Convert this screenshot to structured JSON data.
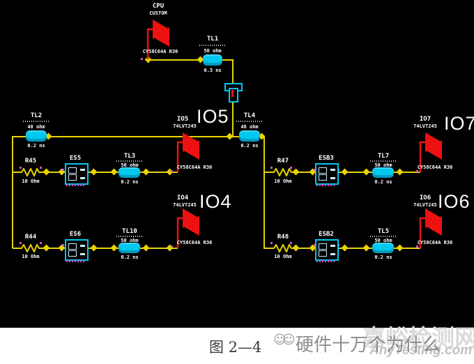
{
  "figure_caption": "图 2—4",
  "watermark": {
    "site_name": "嘉峪检测网",
    "site_url": "AnyTesting.com",
    "overlay_text": "硬件十万个为什么",
    "icon": "chat-smiley-icon",
    "icon_glyph": "☺☺"
  },
  "colors": {
    "background": "#000000",
    "wire": "#e8d400",
    "transmission_line": "#00c8ee",
    "buffer": "#ee1111",
    "pin_marker": "#d050d0",
    "label_text": "#ffffff"
  },
  "annotations": {
    "io5": "IO5",
    "io4": "IO4",
    "io7": "IO7",
    "io6": "IO6"
  },
  "cpu": {
    "label": "CPU",
    "sublabel": "CUSTOM",
    "model": "CY58C64A R30"
  },
  "buffers": {
    "io5": {
      "label": "IO5",
      "sublabel": "74LVT245",
      "model": "CY58C64A R30"
    },
    "io4": {
      "label": "IO4",
      "sublabel": "74LVT245",
      "model": "CY58C64A R30"
    },
    "io7": {
      "label": "IO7",
      "sublabel": "74LVT245",
      "model": "CY58C64A R30"
    },
    "io6": {
      "label": "IO6",
      "sublabel": "74LVT245",
      "model": "CY58C64A R30"
    }
  },
  "tlines": {
    "tl1": {
      "name": "TL1",
      "impedance": "50 ohm",
      "delay": "0.3 ns"
    },
    "tl2": {
      "name": "TL2",
      "impedance": "48 ohm",
      "delay": "0.2 ns"
    },
    "tl4": {
      "name": "TL4",
      "impedance": "48 ohm",
      "delay": "0.2 ns"
    },
    "tl3": {
      "name": "TL3",
      "impedance": "50 ohm",
      "delay": "0.2 ns"
    },
    "tl10": {
      "name": "TL10",
      "impedance": "50 ohm",
      "delay": "0.2 ns"
    },
    "tl7": {
      "name": "TL7",
      "impedance": "50 ohm",
      "delay": "0.2 ns"
    },
    "tl5": {
      "name": "TL5",
      "impedance": "50 ohm",
      "delay": "0.2 ns"
    }
  },
  "resistors": {
    "r45": {
      "name": "R45",
      "value": "10 Ohm"
    },
    "r44": {
      "name": "R44",
      "value": "10 Ohm"
    },
    "r47": {
      "name": "R47",
      "value": "10 Ohm"
    },
    "r48": {
      "name": "R48",
      "value": "10 Ohm"
    }
  },
  "es_blocks": {
    "es5": {
      "name": "ES5"
    },
    "es6": {
      "name": "ES6"
    },
    "esb3": {
      "name": "ESB3"
    },
    "esb2": {
      "name": "ESB2"
    }
  }
}
